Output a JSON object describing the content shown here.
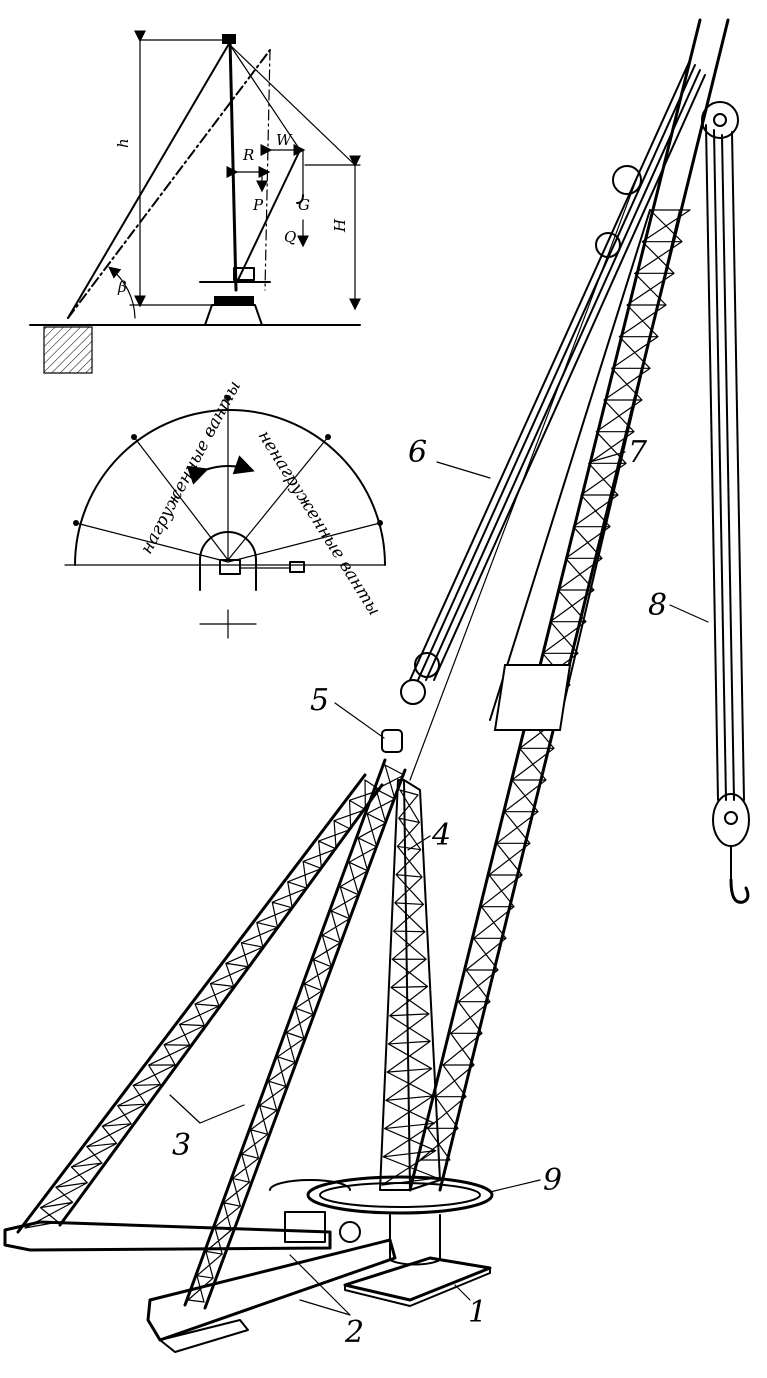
{
  "figure": {
    "labels": {
      "guy_mast": "1",
      "base_frame": "2",
      "struts": "3",
      "mast": "4",
      "lower_block": "5",
      "boom_hoist_rope": "6",
      "boom": "7",
      "hook_tackle": "8",
      "slewing_ring": "9"
    },
    "scheme": {
      "h": "h",
      "H": "H",
      "R": "R",
      "W": "W",
      "P": "P",
      "G": "G",
      "Q": "Q",
      "beta": "β"
    },
    "plan": {
      "loaded_guys": "нагруженные ванты",
      "unloaded_guys": "ненагруженные ванты"
    }
  }
}
